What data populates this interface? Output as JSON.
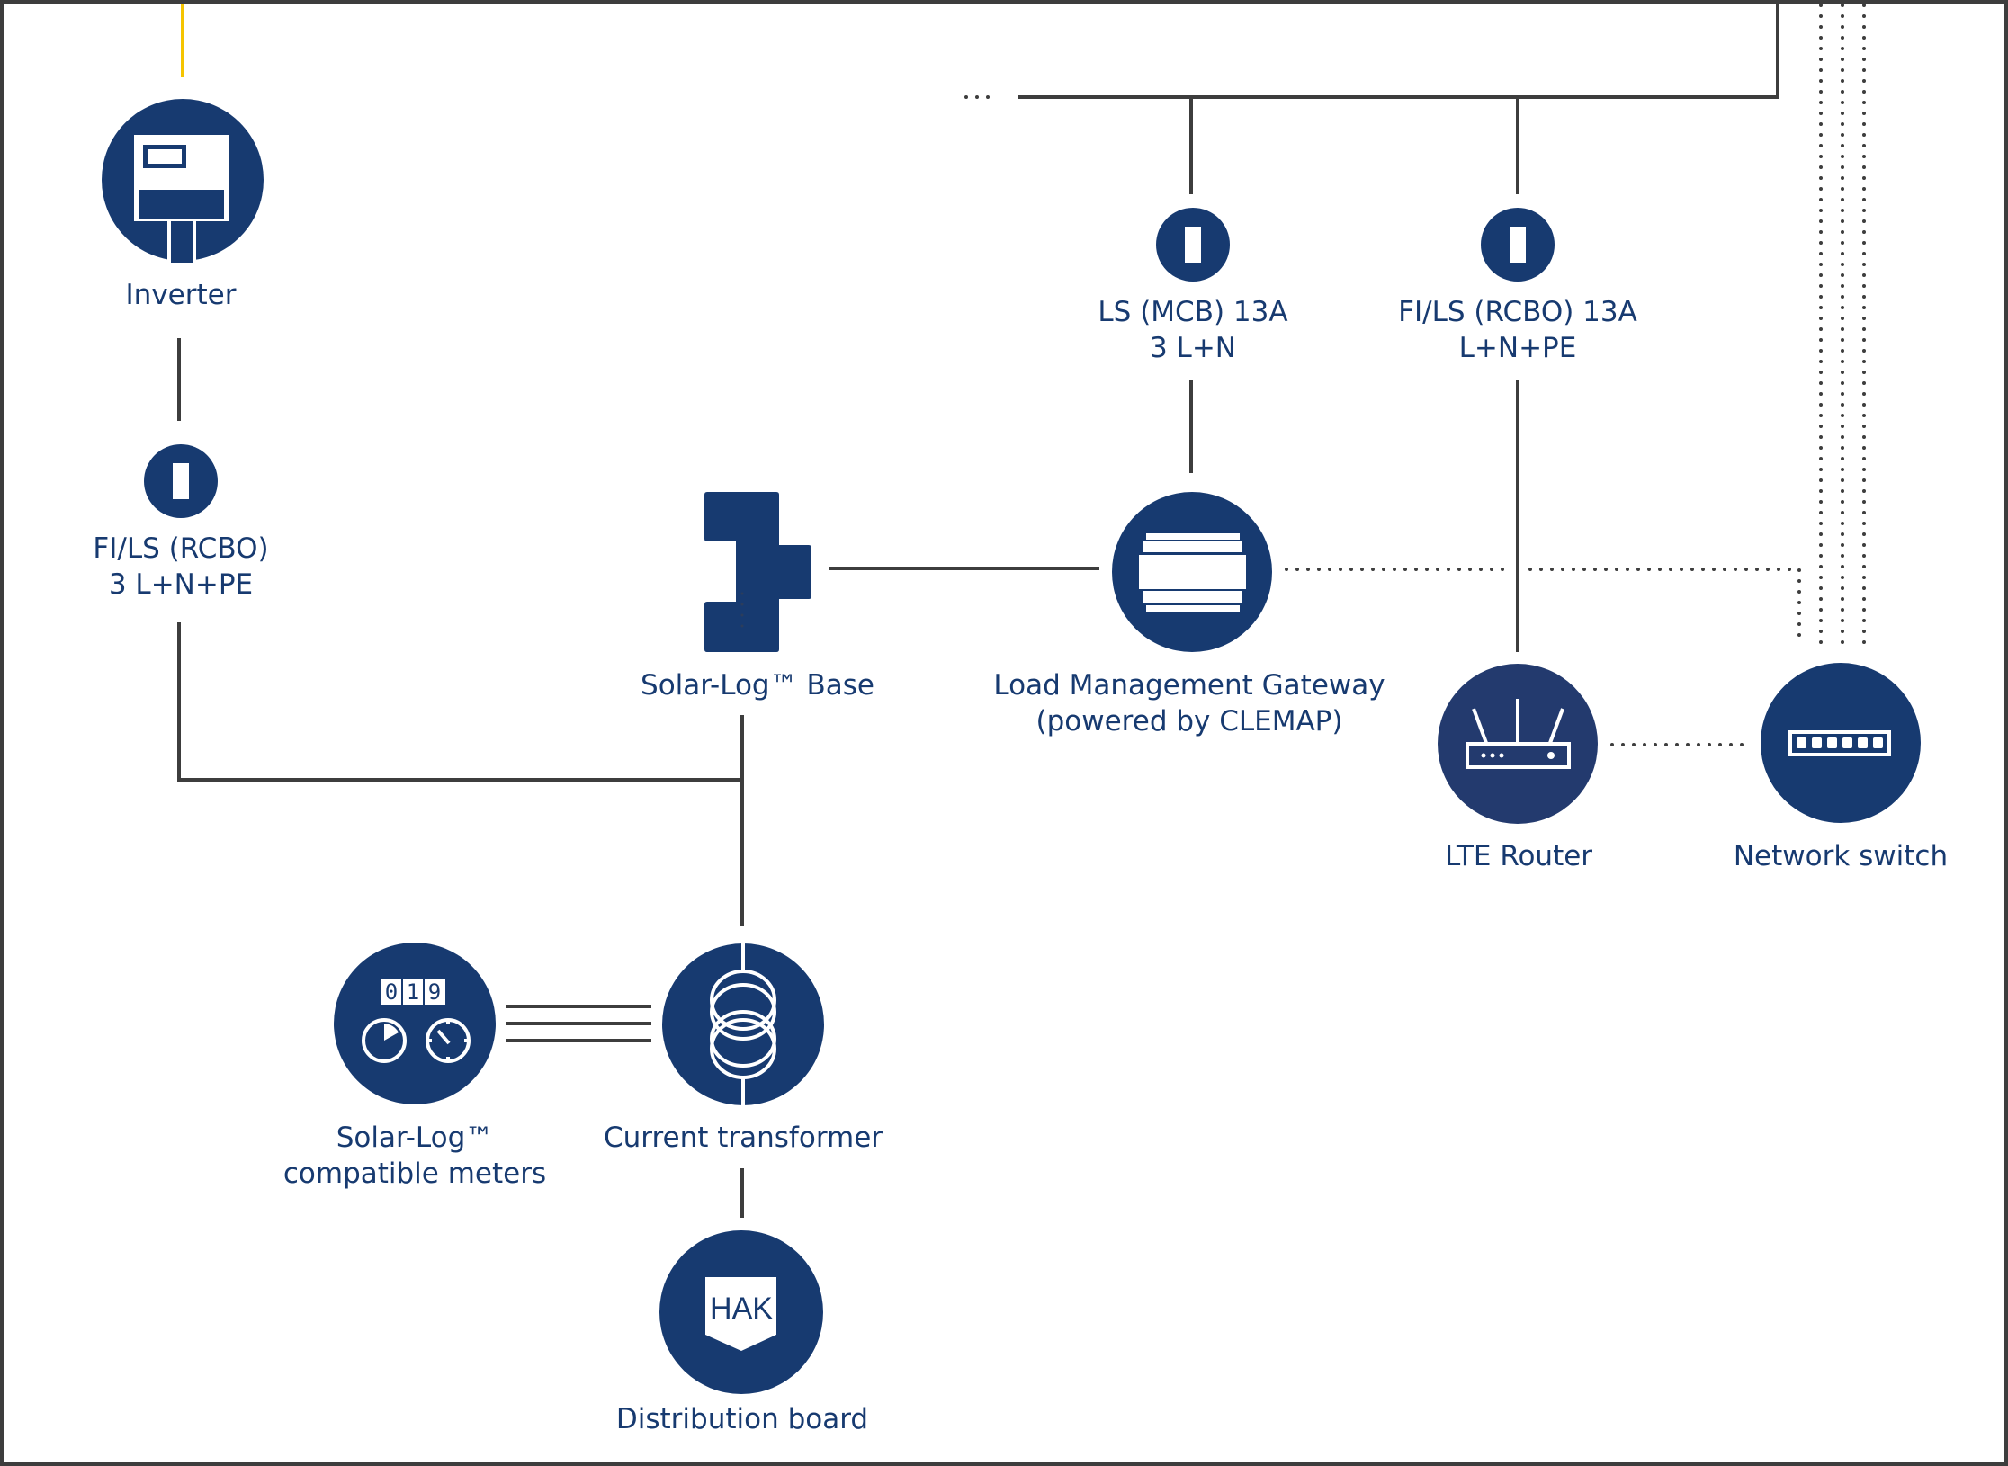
{
  "diagram": {
    "colors": {
      "node": "#173a70",
      "wire": "#3d3d3d",
      "solar_feed": "#f5c400",
      "label": "#173a70"
    },
    "nodes": {
      "inverter": {
        "label": "Inverter",
        "icon": "inverter-icon"
      },
      "breaker_inverter": {
        "label_line1": "FI/LS (RCBO)",
        "label_line2": "3 L+N+PE",
        "icon": "breaker-icon"
      },
      "breaker_mcb": {
        "label_line1": "LS (MCB) 13A",
        "label_line2": "3 L+N",
        "icon": "breaker-icon"
      },
      "breaker_rcbo": {
        "label_line1": "FI/LS (RCBO) 13A",
        "label_line2": "L+N+PE",
        "icon": "breaker-icon"
      },
      "solarlog_base": {
        "label": "Solar-Log™ Base",
        "icon": "din-rail-device-icon"
      },
      "gateway": {
        "label_line1": "Load Management Gateway",
        "label_line2": "(powered by CLEMAP)",
        "icon": "gateway-icon"
      },
      "lte_router": {
        "label": "LTE Router",
        "icon": "router-icon"
      },
      "network_switch": {
        "label": "Network switch",
        "icon": "network-switch-icon"
      },
      "meters": {
        "label_line1": "Solar-Log™",
        "label_line2": "compatible meters",
        "icon": "meter-icon",
        "display_digits": [
          "0",
          "1",
          "9"
        ]
      },
      "current_transformer": {
        "label": "Current transformer",
        "icon": "current-transformer-icon"
      },
      "distribution_board": {
        "label": "Distribution board",
        "icon": "distribution-board-icon",
        "badge": "HAK"
      }
    },
    "connections": [
      {
        "from": "solar_feed",
        "to": "inverter",
        "style": "solar"
      },
      {
        "from": "inverter",
        "to": "breaker_inverter",
        "style": "solid"
      },
      {
        "from": "breaker_inverter",
        "to": "current_transformer",
        "style": "solid"
      },
      {
        "from": "solarlog_base",
        "to": "current_transformer",
        "style": "solid"
      },
      {
        "from": "solarlog_base",
        "to": "gateway",
        "style": "solid"
      },
      {
        "from": "bus",
        "to": "breaker_mcb",
        "style": "solid"
      },
      {
        "from": "bus",
        "to": "breaker_rcbo",
        "style": "solid"
      },
      {
        "from": "breaker_mcb",
        "to": "gateway",
        "style": "solid"
      },
      {
        "from": "breaker_rcbo",
        "to": "lte_router",
        "style": "solid"
      },
      {
        "from": "gateway",
        "to": "network_switch",
        "style": "dotted"
      },
      {
        "from": "lte_router",
        "to": "network_switch",
        "style": "dotted"
      },
      {
        "from": "meters",
        "to": "current_transformer",
        "style": "triple"
      },
      {
        "from": "current_transformer",
        "to": "distribution_board",
        "style": "solid"
      }
    ]
  }
}
